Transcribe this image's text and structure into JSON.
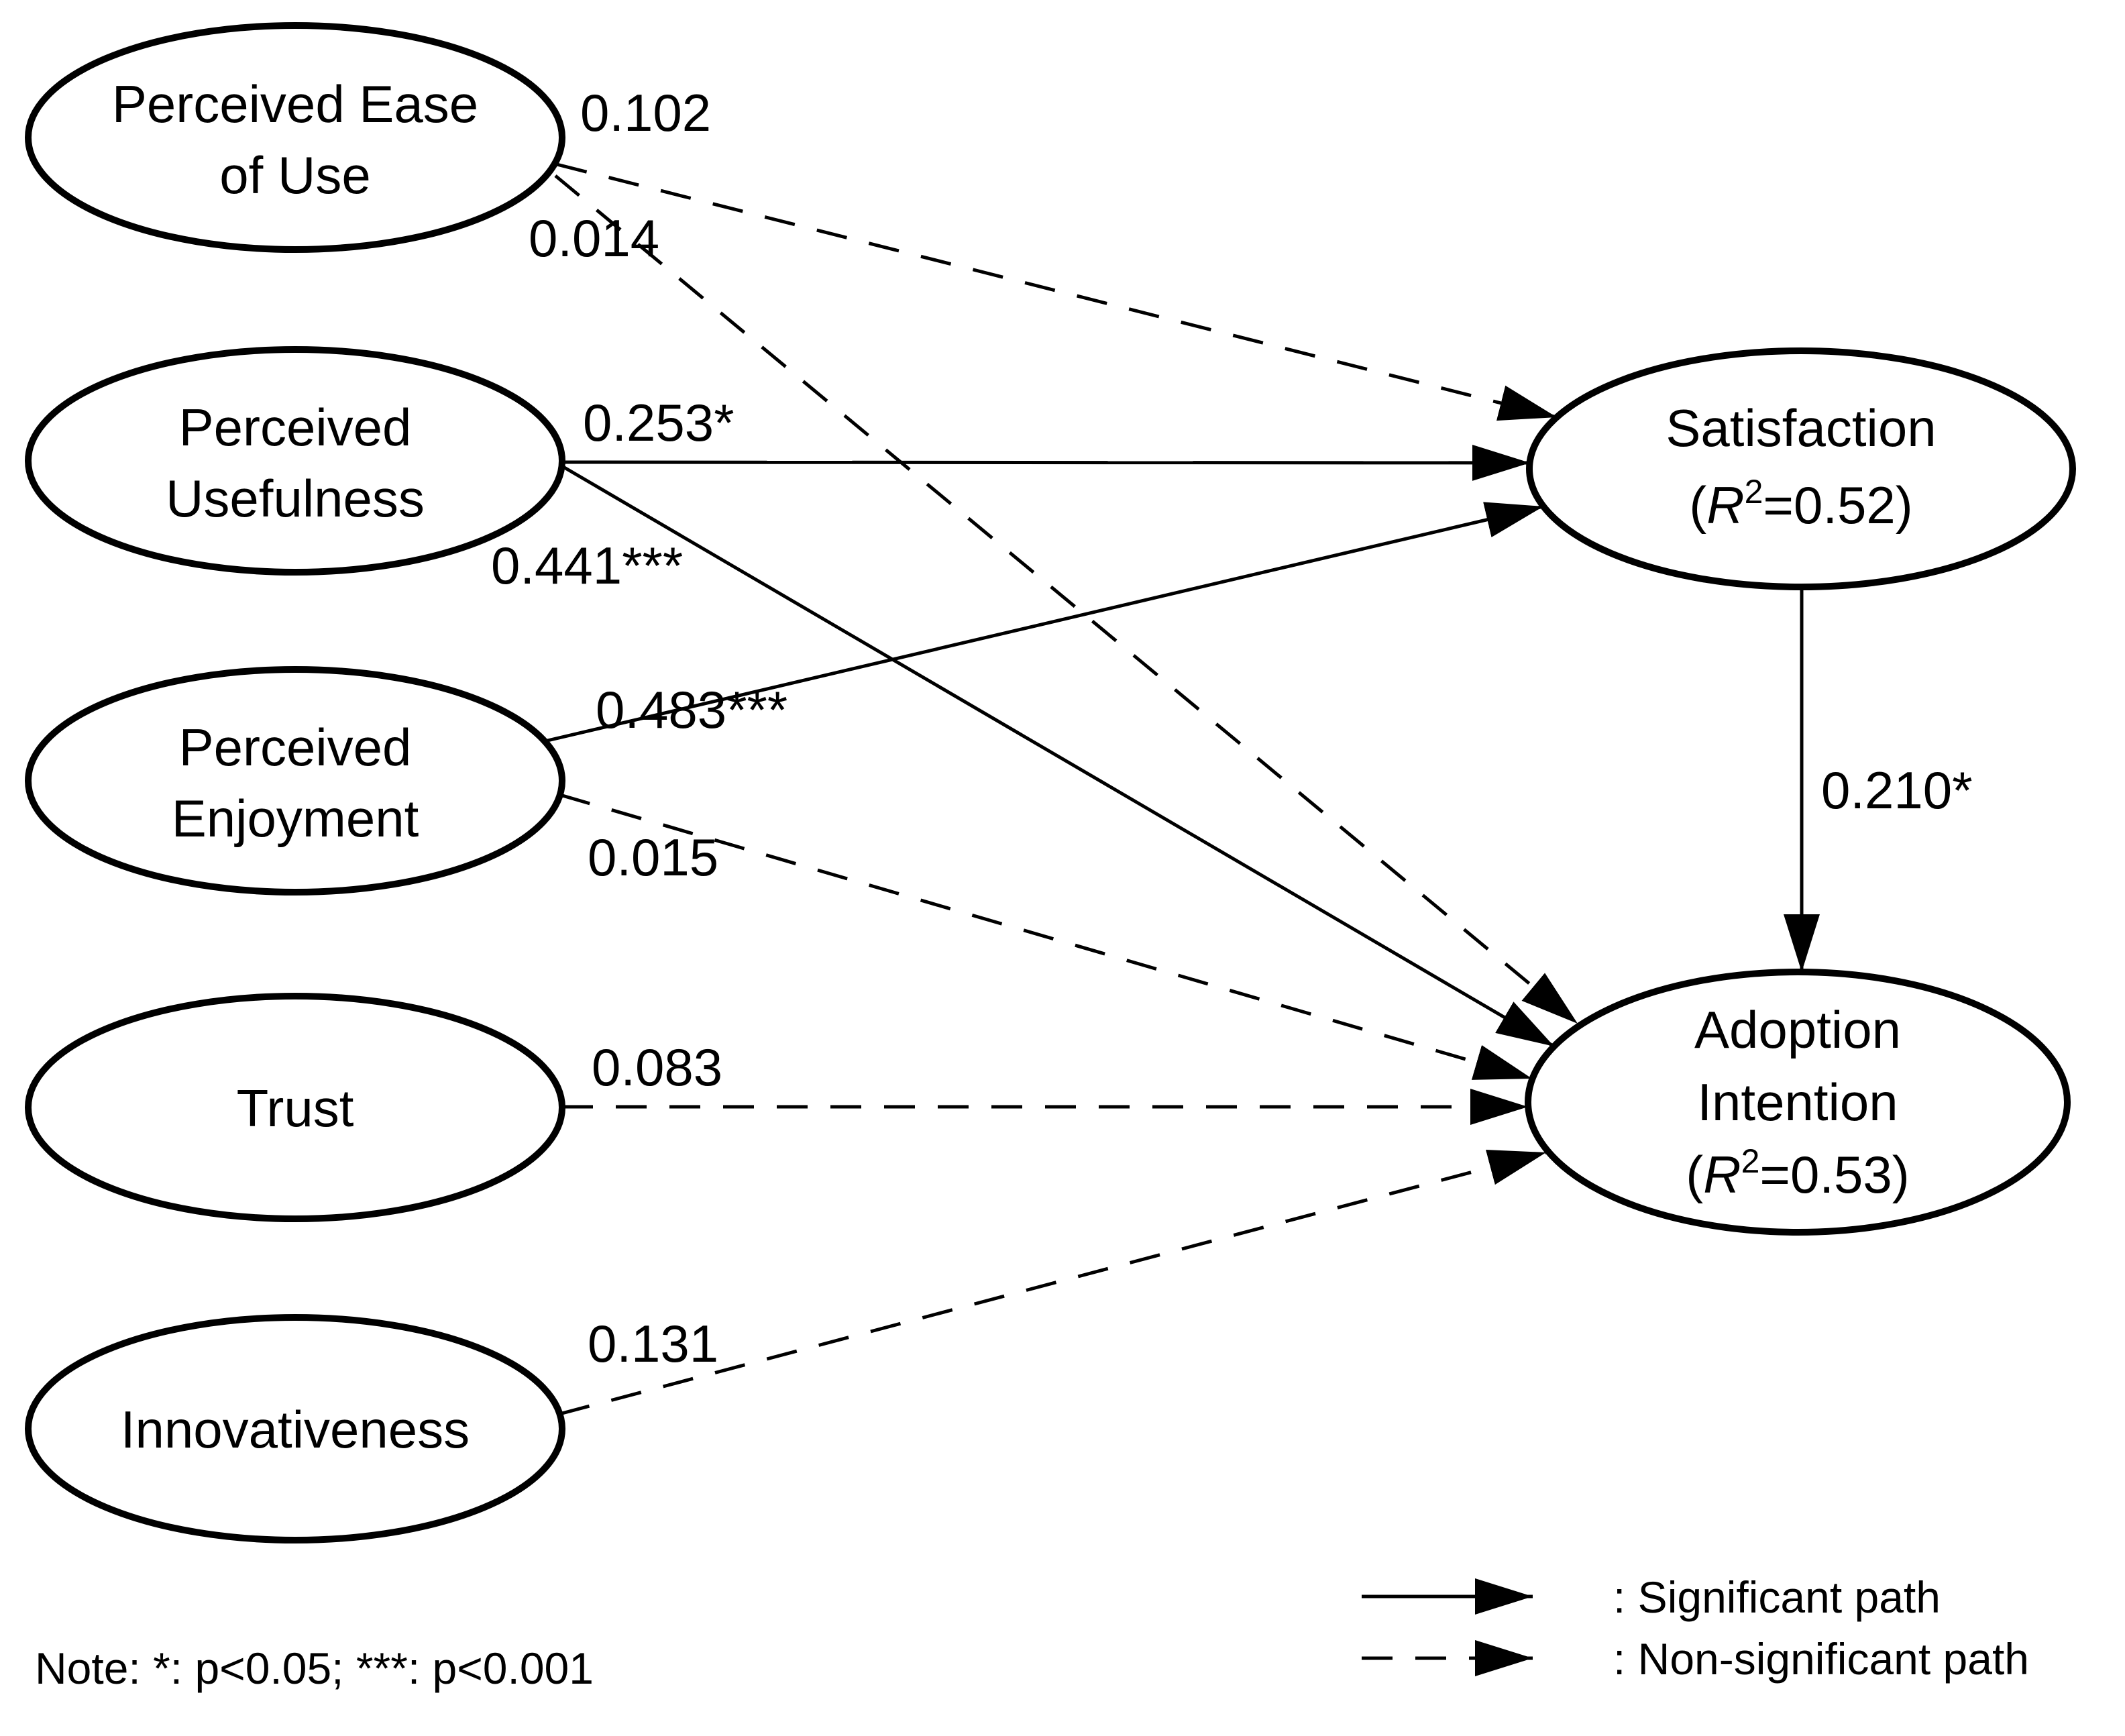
{
  "figure": {
    "background_color": "#ffffff",
    "line_color": "#000000",
    "type": "sem-path-diagram"
  },
  "nodes": {
    "peou": {
      "line1": "Perceived Ease",
      "line2": "of Use"
    },
    "pu": {
      "line1": "Perceived",
      "line2": "Usefulness"
    },
    "pe": {
      "line1": "Perceived",
      "line2": "Enjoyment"
    },
    "trust": {
      "line1": "Trust"
    },
    "innov": {
      "line1": "Innovativeness"
    },
    "sat": {
      "line1": "Satisfaction",
      "r2_pre": "(",
      "r2_var": "R",
      "r2_sup": "2",
      "r2_post": "=0.52)"
    },
    "ai": {
      "line1": "Adoption",
      "line2": "Intention",
      "r2_pre": "(",
      "r2_var": "R",
      "r2_sup": "2",
      "r2_post": "=0.53)"
    }
  },
  "paths": {
    "peou_sat": {
      "from": "Perceived Ease of Use",
      "to": "Satisfaction",
      "label": "0.102",
      "significant": false,
      "style": "dashed"
    },
    "peou_ai": {
      "from": "Perceived Ease of Use",
      "to": "Adoption Intention",
      "label": "0.014",
      "significant": false,
      "style": "dashed"
    },
    "pu_sat": {
      "from": "Perceived Usefulness",
      "to": "Satisfaction",
      "label": "0.253*",
      "significant": true,
      "style": "solid"
    },
    "pu_ai": {
      "from": "Perceived Usefulness",
      "to": "Adoption Intention",
      "label": "0.441***",
      "significant": true,
      "style": "solid"
    },
    "pe_sat": {
      "from": "Perceived Enjoyment",
      "to": "Satisfaction",
      "label": "0.483***",
      "significant": true,
      "style": "solid"
    },
    "pe_ai": {
      "from": "Perceived Enjoyment",
      "to": "Adoption Intention",
      "label": "0.015",
      "significant": false,
      "style": "dashed"
    },
    "trust_ai": {
      "from": "Trust",
      "to": "Adoption Intention",
      "label": "0.083",
      "significant": false,
      "style": "dashed"
    },
    "innov_ai": {
      "from": "Innovativeness",
      "to": "Adoption Intention",
      "label": "0.131",
      "significant": false,
      "style": "dashed"
    },
    "sat_ai": {
      "from": "Satisfaction",
      "to": "Adoption Intention",
      "label": "0.210*",
      "significant": true,
      "style": "solid"
    }
  },
  "legend": {
    "significant": ": Significant path",
    "non_significant": ": Non-significant path"
  },
  "note": "Note: *: p<0.05; ***: p<0.001"
}
